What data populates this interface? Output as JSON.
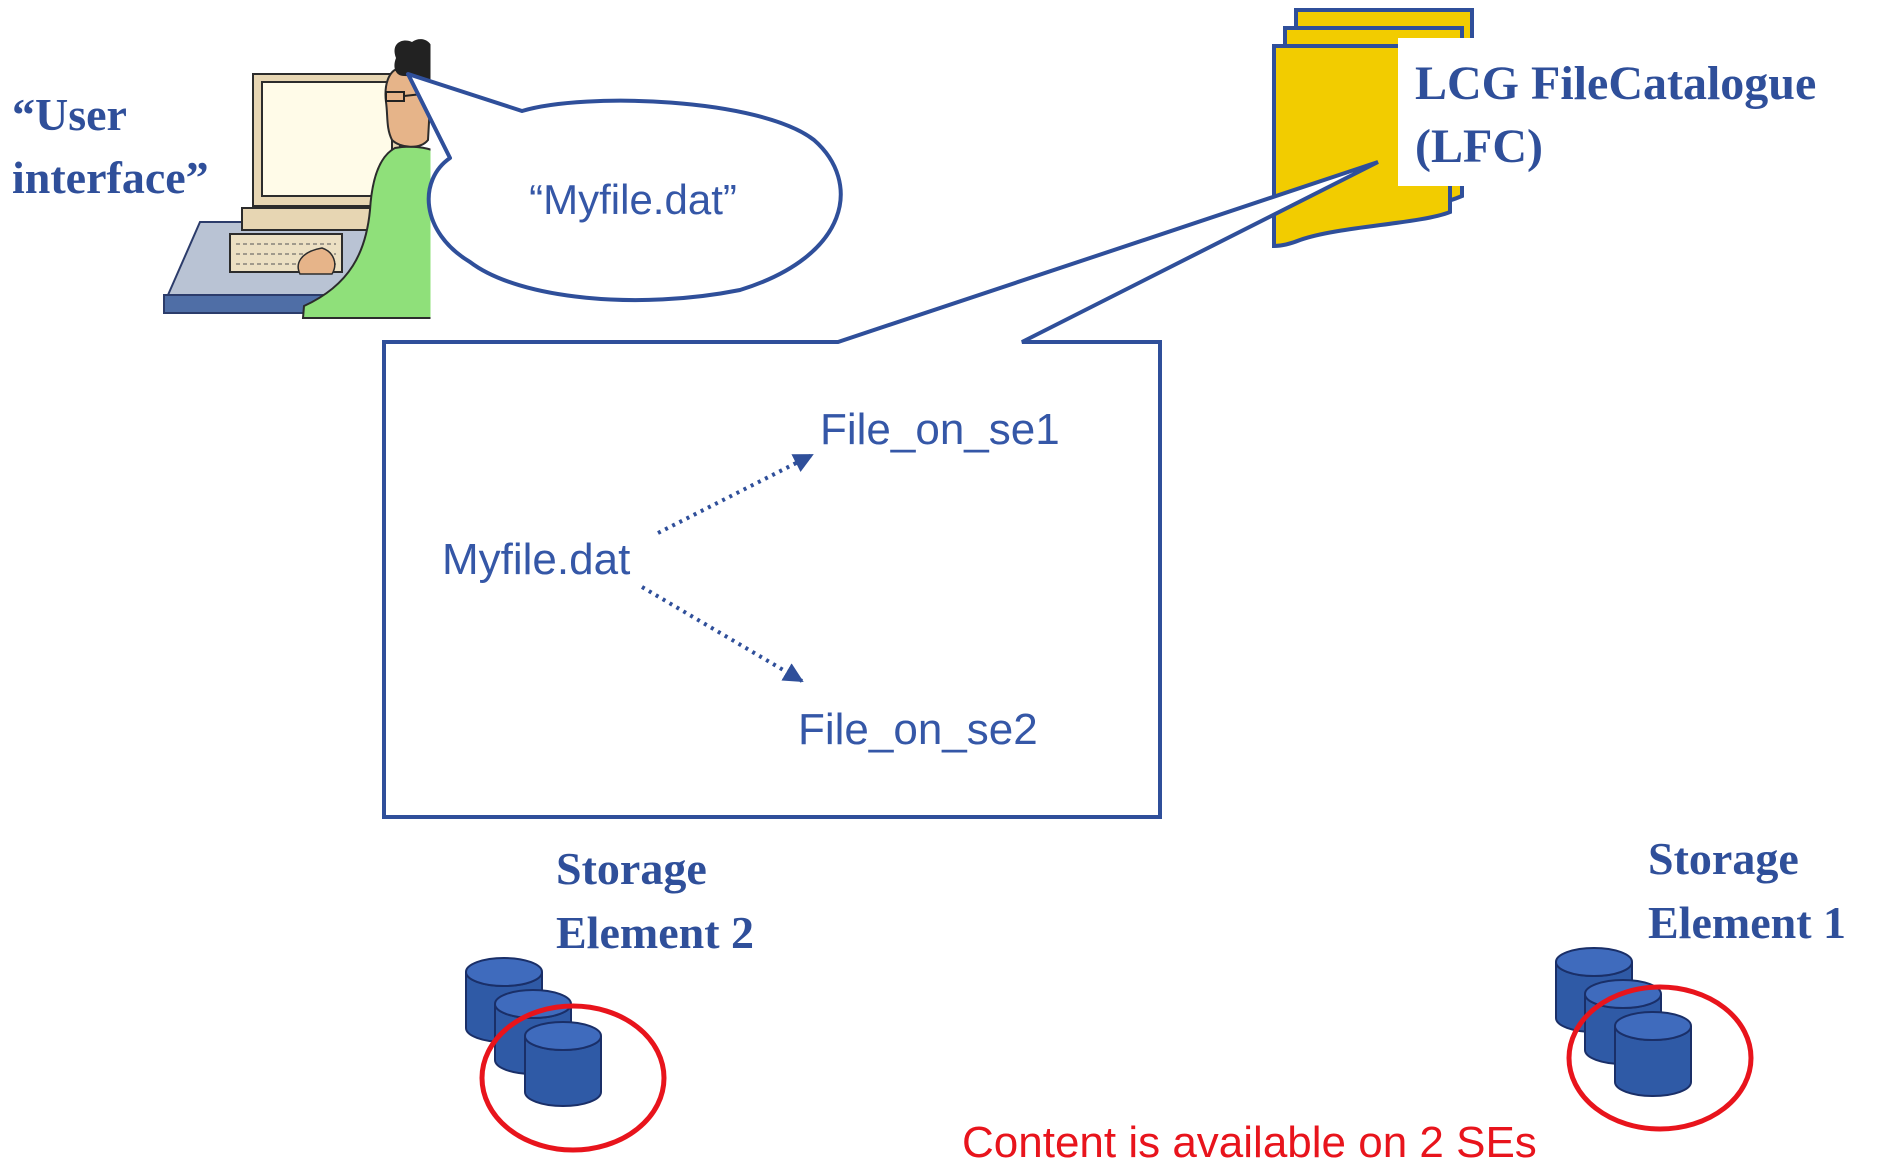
{
  "user_label": {
    "line1": "“User",
    "line2": "interface”"
  },
  "user_speech": "“Myfile.dat”",
  "catalogue_label": {
    "line1": "LCG FileCatalogue",
    "line2": "(LFC)"
  },
  "mapping": {
    "logical_name": "Myfile.dat",
    "replica1": "File_on_se1",
    "replica2": "File_on_se2"
  },
  "storage_element_2": {
    "line1": "Storage",
    "line2": "Element 2"
  },
  "storage_element_1": {
    "line1": "Storage",
    "line2": "Element 1"
  },
  "note": "Content is available on 2 SEs",
  "colors": {
    "brand_blue": "#2f4f9a",
    "text_blue": "#3557a7",
    "highlight_red": "#e8141c",
    "catalogue_yellow": "#f2cc00",
    "disk_blue": "#2f5aa6"
  }
}
